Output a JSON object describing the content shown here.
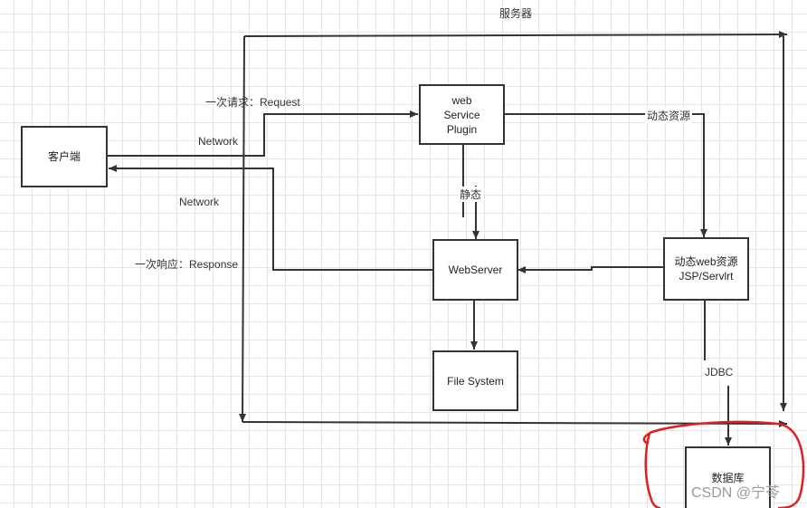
{
  "diagram": {
    "server_title": "服务器",
    "nodes": {
      "client": "客户端",
      "plugin": "web\nService\nPlugin",
      "webserver": "WebServer",
      "dynamic": "动态web资源\nJSP/Servlrt",
      "filesystem": "File System",
      "database": "数据库"
    },
    "edge_labels": {
      "request": "一次请求：Request",
      "response": "一次响应：Response",
      "network_top": "Network",
      "network_bottom": "Network",
      "dynamic_resource": "动态资源",
      "static": "静态",
      "jdbc": "JDBC"
    }
  },
  "watermark": "CSDN @宁苓",
  "colors": {
    "line": "#333333",
    "annotation": "#e02020"
  }
}
